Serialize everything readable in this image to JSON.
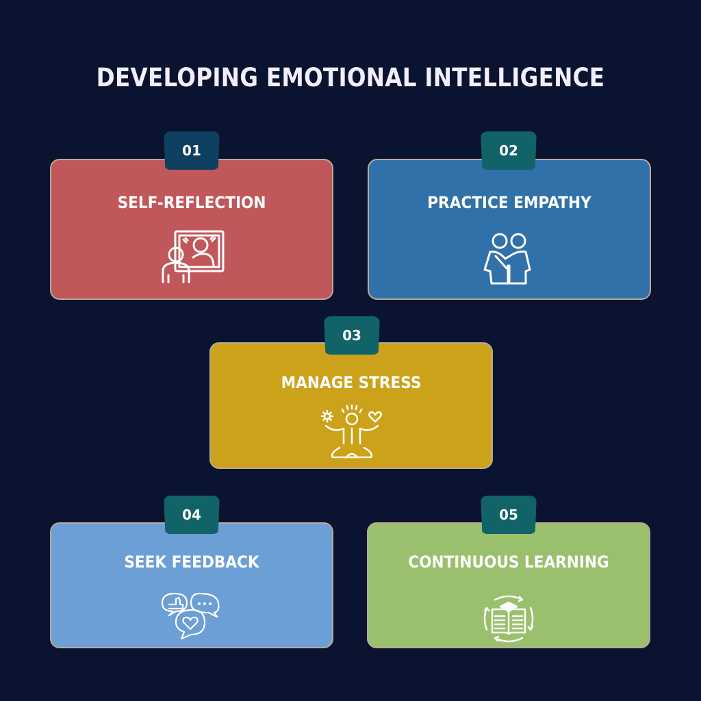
{
  "title": "DEVELOPING EMOTIONAL INTELLIGENCE",
  "colors": {
    "background": "#0a1330",
    "title_text": "#f3eefc",
    "card_border": "#b9ab98",
    "badge_dark_blue": "#0f405f",
    "badge_teal": "#116367"
  },
  "steps": [
    {
      "number": "01",
      "label": "SELF-REFLECTION",
      "icon": "mirror-reflection-icon",
      "color": "#c0575a",
      "badge_color": "#0f405f"
    },
    {
      "number": "02",
      "label": "PRACTICE EMPATHY",
      "icon": "two-people-embrace-icon",
      "color": "#3071aa",
      "badge_color": "#116367"
    },
    {
      "number": "03",
      "label": "MANAGE STRESS",
      "icon": "meditation-balance-icon",
      "color": "#cca21a",
      "badge_color": "#116367"
    },
    {
      "number": "04",
      "label": "SEEK FEEDBACK",
      "icon": "feedback-chat-bubbles-icon",
      "color": "#6c9fd5",
      "badge_color": "#116367"
    },
    {
      "number": "05",
      "label": "CONTINUOUS LEARNING",
      "icon": "book-learning-cycle-icon",
      "color": "#9ac06d",
      "badge_color": "#116367"
    }
  ]
}
